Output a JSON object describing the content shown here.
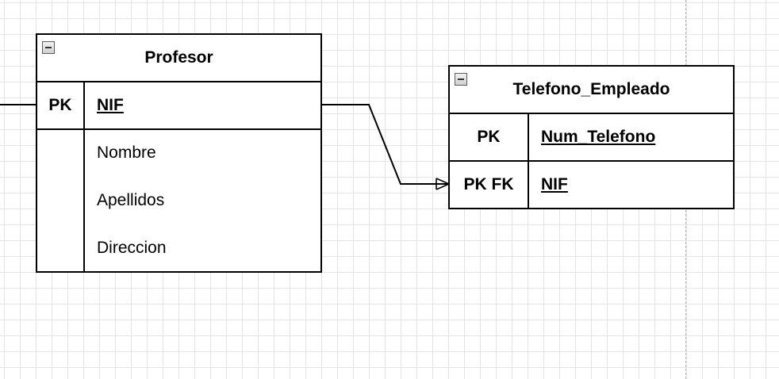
{
  "diagram": {
    "entities": [
      {
        "id": "profesor",
        "title": "Profesor",
        "key_fields": [
          {
            "key": "PK",
            "name": "NIF"
          }
        ],
        "attributes": [
          "Nombre",
          "Apellidos",
          "Direccion"
        ]
      },
      {
        "id": "telefono_empleado",
        "title": "Telefono_Empleado",
        "key_fields": [
          {
            "key": "PK",
            "name": "Num_Telefono"
          },
          {
            "key": "PK FK",
            "name": "NIF"
          }
        ],
        "attributes": []
      }
    ],
    "relationships": [
      {
        "from": "Profesor.NIF",
        "to": "Telefono_Empleado.NIF",
        "from_end": "one",
        "to_end": "many"
      }
    ]
  }
}
